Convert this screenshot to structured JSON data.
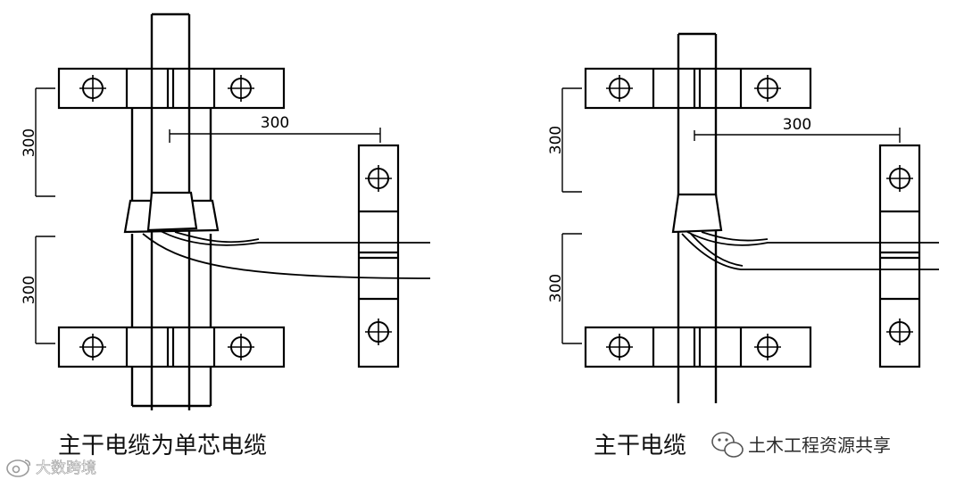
{
  "left_diagram": {
    "dim_top": "300",
    "dim_bottom": "300",
    "dim_horizontal": "300",
    "caption": "主干电缆为单芯电缆"
  },
  "right_diagram": {
    "dim_top": "300",
    "dim_bottom": "300",
    "dim_horizontal": "300",
    "caption": "主干电缆"
  },
  "watermarks": {
    "left": "大数跨境",
    "right": "土木工程资源共享"
  }
}
